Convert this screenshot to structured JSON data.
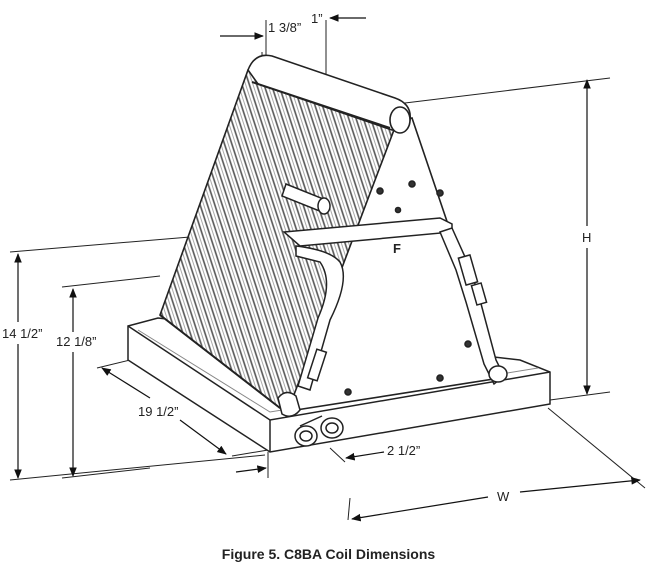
{
  "diagram": {
    "caption": "Figure 5. C8BA Coil Dimensions",
    "panel_label": "F",
    "dimensions": {
      "tube_pitch": "1 3/8”",
      "tube_offset": "1”",
      "height": "H",
      "overall_height": "14 1/2”",
      "inner_height": "12 1/8”",
      "depth": "19 1/2”",
      "connection_offset": "2 1/2”",
      "width": "W"
    }
  }
}
